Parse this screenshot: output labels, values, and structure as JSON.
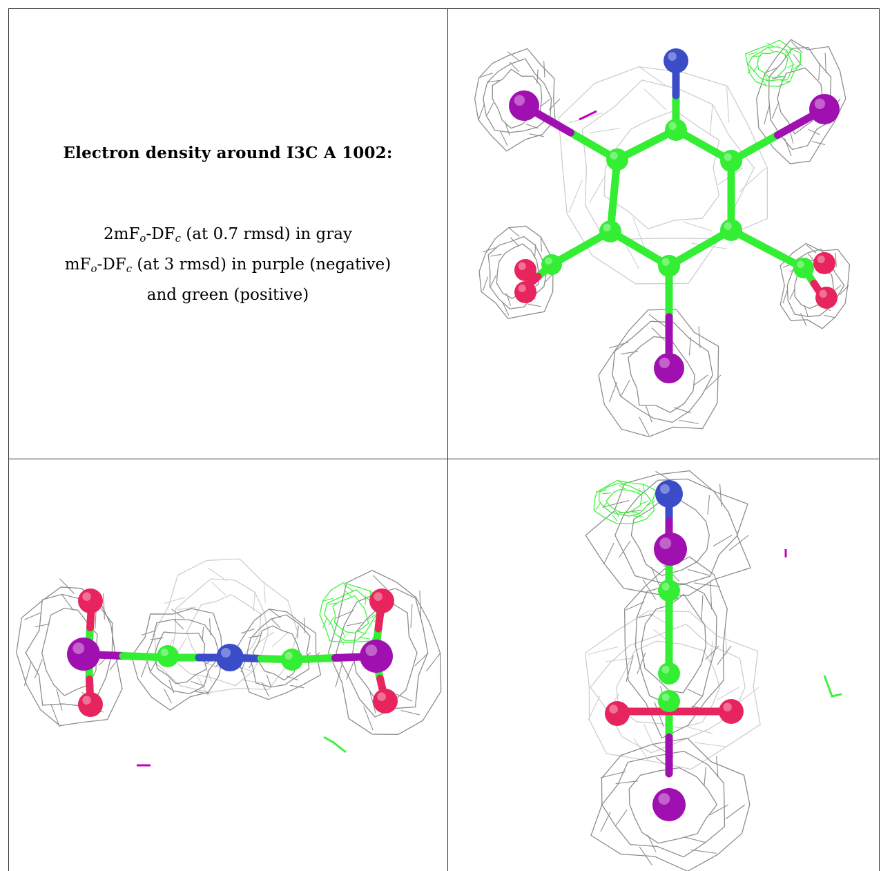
{
  "caption": {
    "title": "Electron density around I3C A 1002:",
    "line1": {
      "pre": "2mF",
      "sub1": "o",
      "mid": "-DF",
      "sub2": "c",
      "post": " (at 0.7 rmsd) in gray"
    },
    "line2": {
      "pre": "mF",
      "sub1": "o",
      "mid": "-DF",
      "sub2": "c",
      "post": " (at 3 rmsd) in purple (negative)"
    },
    "line3": "and green (positive)"
  },
  "colors": {
    "mesh_gray": "#8c8c8c",
    "mesh_light": "#c8c8c8",
    "positive_green": "#3ef23e",
    "negative_purple": "#c000c0",
    "carbon": "#33ee33",
    "nitrogen": "#3a4cc8",
    "oxygen": "#e8245e",
    "iodine": "#a010b0"
  },
  "views": [
    {
      "name": "top-view"
    },
    {
      "name": "side-view"
    },
    {
      "name": "end-view"
    }
  ]
}
